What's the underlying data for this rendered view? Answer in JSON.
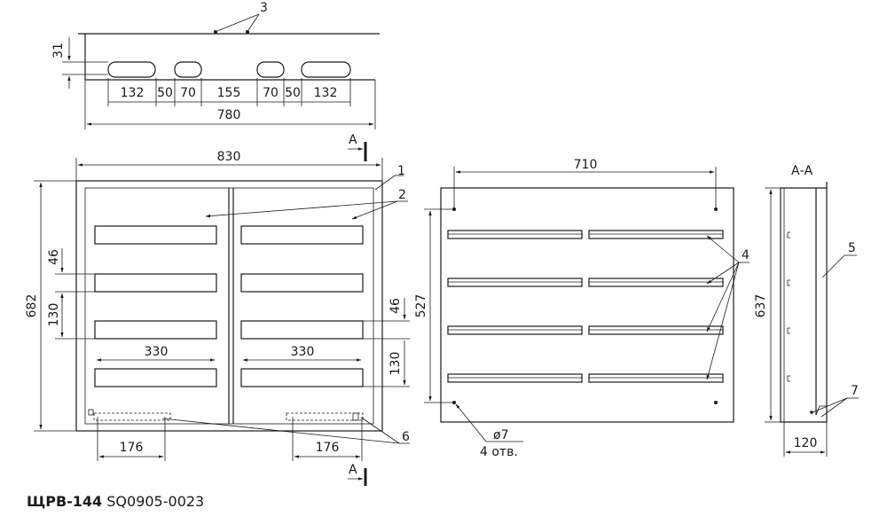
{
  "top_view": {
    "dim_left": "31",
    "dims_slots": [
      "132",
      "50",
      "70",
      "155",
      "70",
      "50",
      "132"
    ],
    "dim_total": "780",
    "callout": "3"
  },
  "front_view": {
    "dim_width": "830",
    "dim_height": "682",
    "dim_rail_gap": "46",
    "dim_rail_pitch": "130",
    "dim_rail_gap_right": "46",
    "dim_rail_pitch_right": "130",
    "dim_rail_len_left": "330",
    "dim_rail_len_right": "330",
    "dim_bottom_left": "176",
    "dim_bottom_right": "176",
    "callouts": [
      "1",
      "2",
      "6"
    ],
    "section_mark": "A"
  },
  "back_view": {
    "dim_width": "710",
    "dim_height": "527",
    "hole_dia": "ø7",
    "hole_count": "4 отв.",
    "callout": "4"
  },
  "section_view": {
    "title": "А-А",
    "dim_height": "637",
    "dim_depth": "120",
    "callouts": [
      "5",
      "7"
    ]
  },
  "caption": {
    "model": "ЩРВ-144",
    "code": "SQ0905-0023"
  }
}
